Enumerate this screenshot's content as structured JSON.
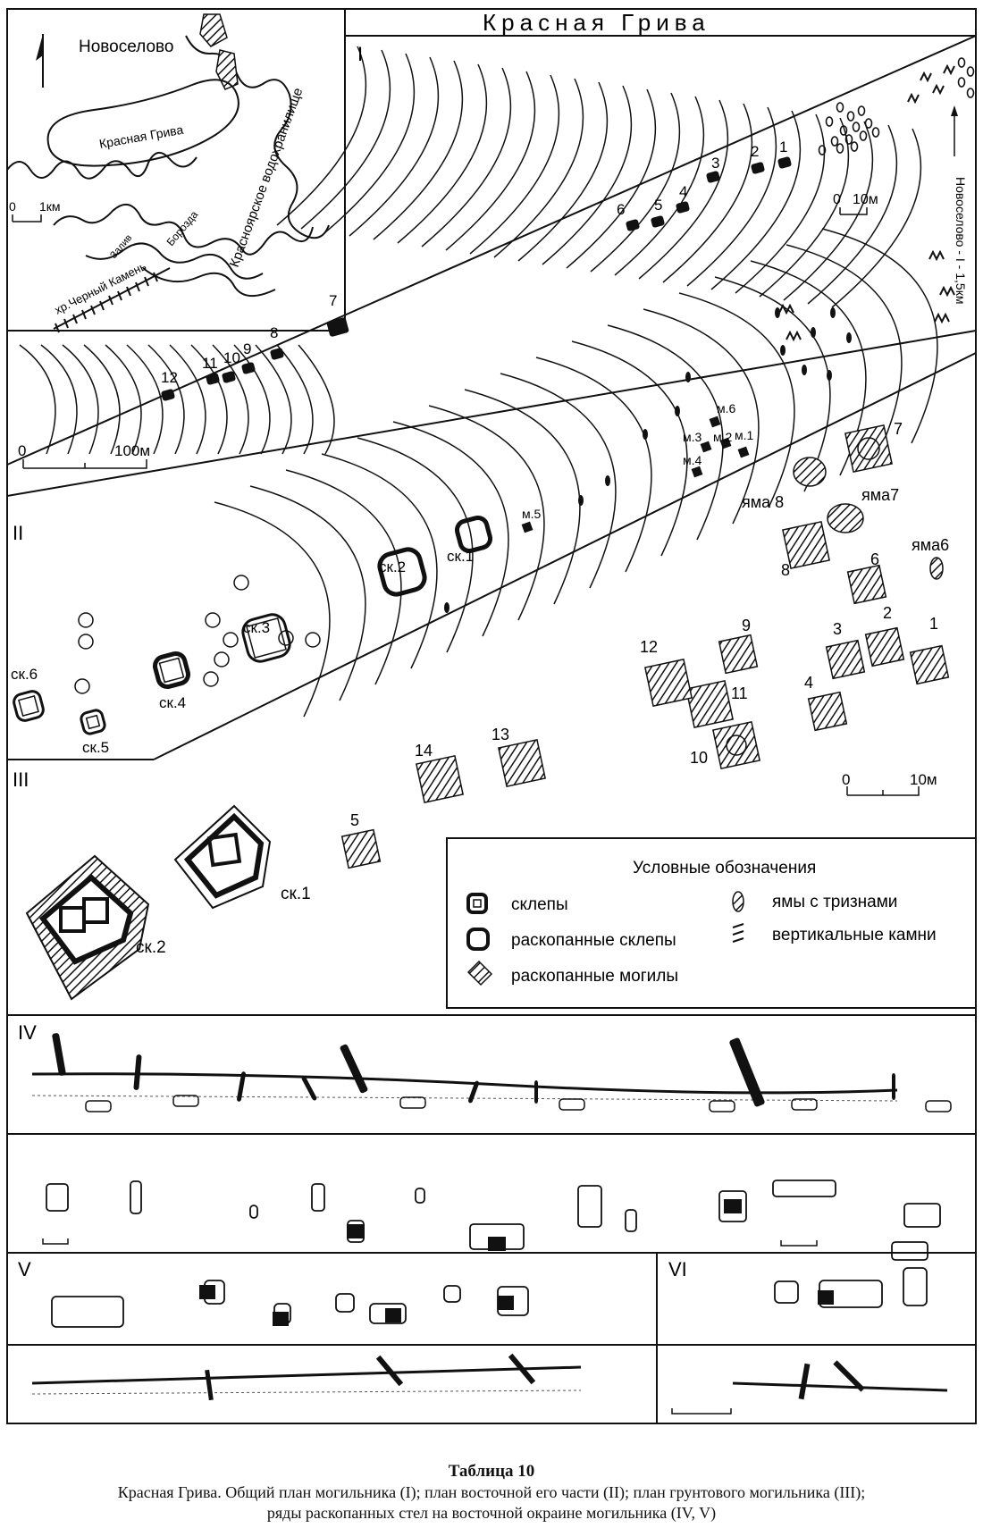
{
  "title": "Красная Грива",
  "inset": {
    "village": "Новоселово",
    "site": "Красная Грива",
    "reservoir": "Красноярское водохранилище",
    "bay": "Залив",
    "furrow": "Борозда",
    "ridge": "хр.Черный Камень",
    "scale_zero": "0",
    "scale_unit": "1км"
  },
  "panel_I": {
    "label": "I",
    "graves": [
      "1",
      "2",
      "3",
      "4",
      "5",
      "6",
      "7",
      "8",
      "9",
      "10",
      "11",
      "12"
    ],
    "scale_zero": "0",
    "scale_unit": "100м",
    "scale_small_zero": "0",
    "scale_small_unit": "10м",
    "road": "Новоселово - I - 1,5км"
  },
  "panel_II": {
    "label": "II",
    "crypts": [
      "ск.1",
      "ск.2",
      "ск.3",
      "ск.4",
      "ск.5",
      "ск.6"
    ],
    "pits": [
      "м.1",
      "м.2",
      "м.3",
      "м.4",
      "м.5",
      "м.6"
    ]
  },
  "panel_III": {
    "label": "III",
    "graves": [
      "1",
      "2",
      "3",
      "4",
      "5",
      "6",
      "7",
      "8",
      "9",
      "10",
      "11",
      "12",
      "13",
      "14"
    ],
    "pits": [
      "яма 8",
      "яма7",
      "яма6"
    ],
    "crypts": [
      "ск.1",
      "ск.2"
    ],
    "scale_zero": "0",
    "scale_unit": "10м"
  },
  "legend": {
    "title": "Условные обозначения",
    "items": [
      "склепы",
      "раскопанные склепы",
      "раскопанные могилы",
      "ямы с тризнами",
      "вертикальные камни"
    ]
  },
  "rows": {
    "iv": "IV",
    "v": "V",
    "vi": "VI"
  },
  "caption": {
    "title": "Таблица 10",
    "line1": "Красная Грива. Общий план могильника (I); план восточной его части (II); план грунтового могильника (III);",
    "line2": "ряды раскопанных стел на восточной окраине могильника (IV, V)"
  }
}
